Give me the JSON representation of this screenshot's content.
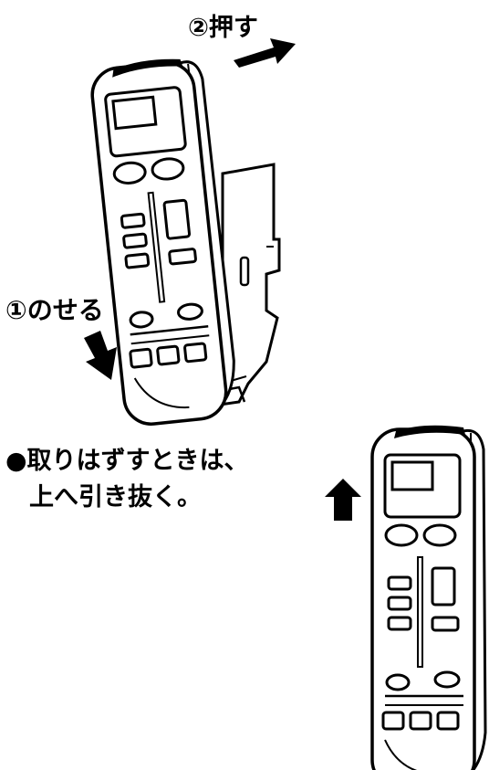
{
  "labels": {
    "step_push": "②押す",
    "step_place": "①のせる",
    "removal_line1": "●取りはずすときは、",
    "removal_line2": "上へ引き抜く。"
  },
  "colors": {
    "ink": "#000000",
    "paper": "#ffffff"
  },
  "icons": {
    "push_arrow": "arrow-right-up-icon",
    "place_arrow": "arrow-down-icon",
    "remove_arrow": "arrow-up-icon"
  }
}
